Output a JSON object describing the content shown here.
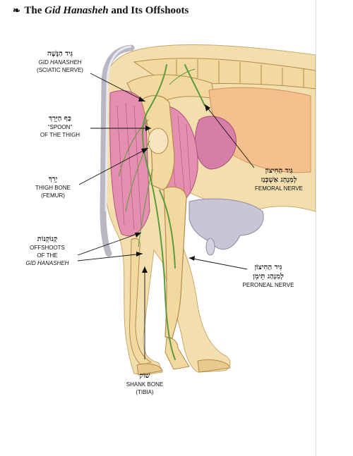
{
  "title": {
    "ornament": "❧",
    "prefix": "The",
    "italic": "Gid Hanasheh",
    "suffix": "and Its Offshoots"
  },
  "labels": {
    "gid_hanasheh": {
      "hebrew": "גִּיד הַנָּשֶׁה",
      "line1": "GID HANASHEH",
      "line2": "(SCIATIC NERVE)"
    },
    "spoon": {
      "hebrew": "כַּף הַיָּרֵךְ",
      "line1": "“SPOON”",
      "line2": "OF THE THIGH"
    },
    "thigh_bone": {
      "hebrew": "יָרֵךְ",
      "line1": "THIGH BONE",
      "line2": "(FEMUR)"
    },
    "offshoots": {
      "hebrew": "קְנוֹקְנוֹת",
      "line1": "OFFSHOOTS",
      "line2": "OF THE",
      "line3": "GID HANASHEH"
    },
    "femoral": {
      "hebrew1": "גִּיד הַחִיצוֹן",
      "hebrew2": "לְמִנְהַג אַשְׁכְּנַז",
      "line1": "FEMORAL NERVE"
    },
    "peroneal": {
      "hebrew1": "גִּיד הַחִיצוֹן",
      "hebrew2": "לְמִנְהַג תֵּימָן",
      "line1": "PERONEAL NERVE"
    },
    "shank": {
      "hebrew": "שׁוֹק",
      "line1": "SHANK BONE",
      "line2": "(TIBIA)"
    }
  },
  "colors": {
    "skin": "#f3dfae",
    "bone": "#f2d9a0",
    "muscle": "#e58fb0",
    "nerve": "#5c9b3c",
    "fat": "#f3c08e"
  }
}
